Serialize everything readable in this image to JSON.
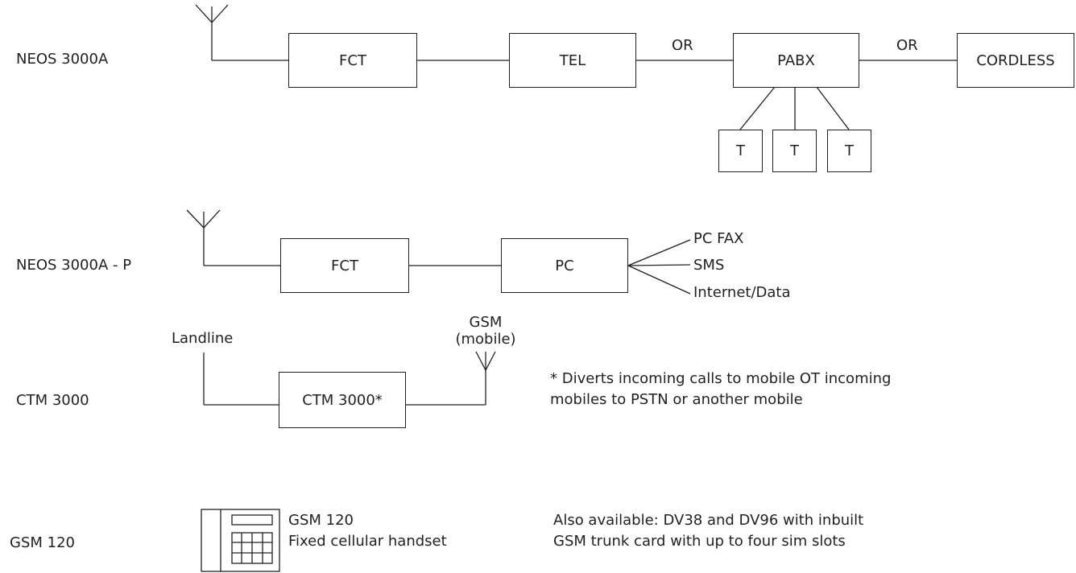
{
  "rows": {
    "neos3000a": {
      "label": "NEOS 3000A",
      "fct": "FCT",
      "tel": "TEL",
      "or1": "OR",
      "pabx": "PABX",
      "or2": "OR",
      "cordless": "CORDLESS",
      "terminals": [
        "T",
        "T",
        "T"
      ]
    },
    "neos3000ap": {
      "label": "NEOS 3000A - P",
      "fct": "FCT",
      "pc": "PC",
      "outputs": [
        "PC FAX",
        "SMS",
        "Internet/Data"
      ]
    },
    "ctm3000": {
      "label": "CTM 3000",
      "landline": "Landline",
      "gsm_line1": "GSM",
      "gsm_line2": "(mobile)",
      "box": "CTM 3000*",
      "note_line1": "* Diverts incoming calls to mobile OT incoming",
      "note_line2": "mobiles to PSTN or another mobile"
    },
    "gsm120": {
      "label": "GSM 120",
      "desc_line1": "GSM 120",
      "desc_line2": "Fixed cellular handset",
      "also_line1": "Also available: DV38 and DV96 with inbuilt",
      "also_line2": "GSM trunk card with up to four sim slots"
    }
  },
  "icons": {
    "antenna": "antenna-icon",
    "handset": "fixed-handset-icon"
  }
}
